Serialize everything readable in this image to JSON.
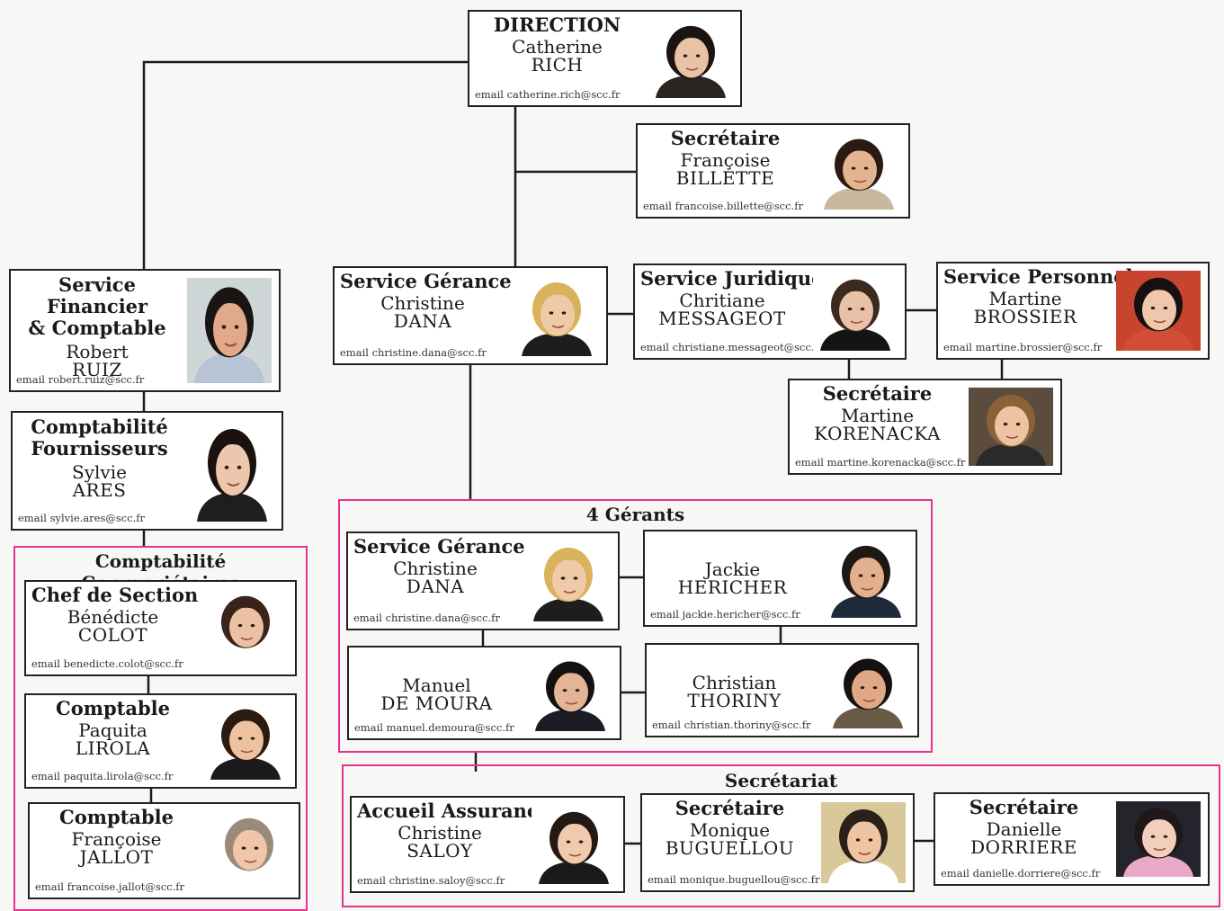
{
  "cards": [
    {
      "id": "direction",
      "title": "DIRECTION",
      "first": "Catherine",
      "last": "RICH",
      "email": "email catherine.rich@scc.fr",
      "hair": "#1b1410",
      "skin": "#e8c3a6",
      "bg": "#ffffff",
      "shirt": "#2a2420"
    },
    {
      "id": "secretaire-billette",
      "title": "Secrétaire",
      "first": "Françoise",
      "last": "BILLETTE",
      "email": "email francoise.billette@scc.fr",
      "hair": "#2a1a12",
      "skin": "#e2b48f",
      "bg": "#ffffff",
      "shirt": "#c9b89e"
    },
    {
      "id": "service-financier",
      "title": "Service Financier\n& Comptable",
      "first": "Robert",
      "last": "RUIZ",
      "email": "email robert.ruiz@scc.fr",
      "hair": "#1a1412",
      "skin": "#e0a98a",
      "bg": "#cfd6d8",
      "shirt": "#b7c3d6"
    },
    {
      "id": "service-gerance",
      "title": "Service Gérance",
      "first": "Christine",
      "last": "DANA",
      "email": "email christine.dana@scc.fr",
      "hair": "#d9b35a",
      "skin": "#f0c9a9",
      "bg": "#ffffff",
      "shirt": "#1d1d1d"
    },
    {
      "id": "service-juridique",
      "title": "Service Juridique",
      "first": "Chritiane",
      "last": "MESSAGEOT",
      "email": "email christiane.messageot@scc.fr",
      "hair": "#3a2a20",
      "skin": "#e9c1a7",
      "bg": "#ffffff",
      "shirt": "#141414"
    },
    {
      "id": "service-personnel",
      "title": "Service Personnel",
      "first": "Martine",
      "last": "BROSSIER",
      "email": "email martine.brossier@scc.fr",
      "hair": "#161010",
      "skin": "#f0c7ad",
      "bg": "#c7452f",
      "shirt": "#d14d37"
    },
    {
      "id": "secretaire-korenacka",
      "title": "Secrétaire",
      "first": "Martine",
      "last": "KORENACKA",
      "email": "email martine.korenacka@scc.fr",
      "hair": "#8a6238",
      "skin": "#eec3a3",
      "bg": "#5b4c3e",
      "shirt": "#2a2a2a"
    },
    {
      "id": "comptabilite-fournisseurs",
      "title": "Comptabilité\nFournisseurs",
      "first": "Sylvie",
      "last": "ARES",
      "email": "email sylvie.ares@scc.fr",
      "hair": "#1b1210",
      "skin": "#ecc7ad",
      "bg": "#ffffff",
      "shirt": "#1e1e1e"
    },
    {
      "id": "chef-de-section",
      "title": "Chef de Section",
      "first": "Bénédicte",
      "last": "COLOT",
      "email": "email benedicte.colot@scc.fr",
      "hair": "#3a2318",
      "skin": "#eac1a2",
      "bg": "#ffffff",
      "shirt": "#ffffff"
    },
    {
      "id": "comptable-lirola",
      "title": "Comptable",
      "first": "Paquita",
      "last": "LIROLA",
      "email": "email paquita.lirola@scc.fr",
      "hair": "#2b1a10",
      "skin": "#eec2a1",
      "bg": "#ffffff",
      "shirt": "#1b1b1b"
    },
    {
      "id": "comptable-jallot",
      "title": "Comptable",
      "first": "Françoise",
      "last": "JALLOT",
      "email": "email francoise.jallot@scc.fr",
      "hair": "#9a8a7a",
      "skin": "#f0c5a9",
      "bg": "#ffffff",
      "shirt": "#ffffff"
    },
    {
      "id": "gerance-dana-2",
      "title": "Service Gérance",
      "first": "Christine",
      "last": "DANA",
      "email": "email christine.dana@scc.fr",
      "hair": "#d9b35a",
      "skin": "#f0c9a9",
      "bg": "#ffffff",
      "shirt": "#1d1d1d"
    },
    {
      "id": "gerant-hericher",
      "title": "",
      "first": "Jackie",
      "last": "HERICHER",
      "email": "email jackie.hericher@scc.fr",
      "hair": "#1e1814",
      "skin": "#e3b08e",
      "bg": "#ffffff",
      "shirt": "#1f2a3a"
    },
    {
      "id": "gerant-de-moura",
      "title": "",
      "first": "Manuel",
      "last": "DE MOURA",
      "email": "email manuel.demoura@scc.fr",
      "hair": "#141110",
      "skin": "#e3b597",
      "bg": "#ffffff",
      "shirt": "#1c1c24"
    },
    {
      "id": "gerant-thoriny",
      "title": "",
      "first": "Christian",
      "last": "THORINY",
      "email": "email christian.thoriny@scc.fr",
      "hair": "#141110",
      "skin": "#dfa986",
      "bg": "#ffffff",
      "shirt": "#6a5a48"
    },
    {
      "id": "accueil-assurances",
      "title": "Accueil Assurances",
      "first": "Christine",
      "last": "SALOY",
      "email": "email christine.saloy@scc.fr",
      "hair": "#221814",
      "skin": "#f1c9ad",
      "bg": "#ffffff",
      "shirt": "#1a1a1a"
    },
    {
      "id": "secretaire-bugue",
      "title": "Secrétaire",
      "first": "Monique",
      "last": "BUGUELLOU",
      "email": "email monique.buguellou@scc.fr",
      "hair": "#2a2018",
      "skin": "#eec4a3",
      "bg": "#d8c89a",
      "shirt": "#ffffff"
    },
    {
      "id": "secretaire-dorriere",
      "title": "Secrétaire",
      "first": "Danielle",
      "last": "DORRIERE",
      "email": "email danielle.dorriere@scc.fr",
      "hair": "#201818",
      "skin": "#f2cfbd",
      "bg": "#24252c",
      "shirt": "#e9a9c9"
    }
  ],
  "groups": [
    {
      "id": "comptabilite-coproprietaires",
      "title": "Comptabilité Copropriétaires"
    },
    {
      "id": "gerants",
      "title": "4 Gérants"
    },
    {
      "id": "secretariat",
      "title": "Secrétariat"
    }
  ],
  "colors": {
    "group_border": "#e5338f",
    "card_border": "#222222",
    "wire": "#1a1a1a"
  }
}
